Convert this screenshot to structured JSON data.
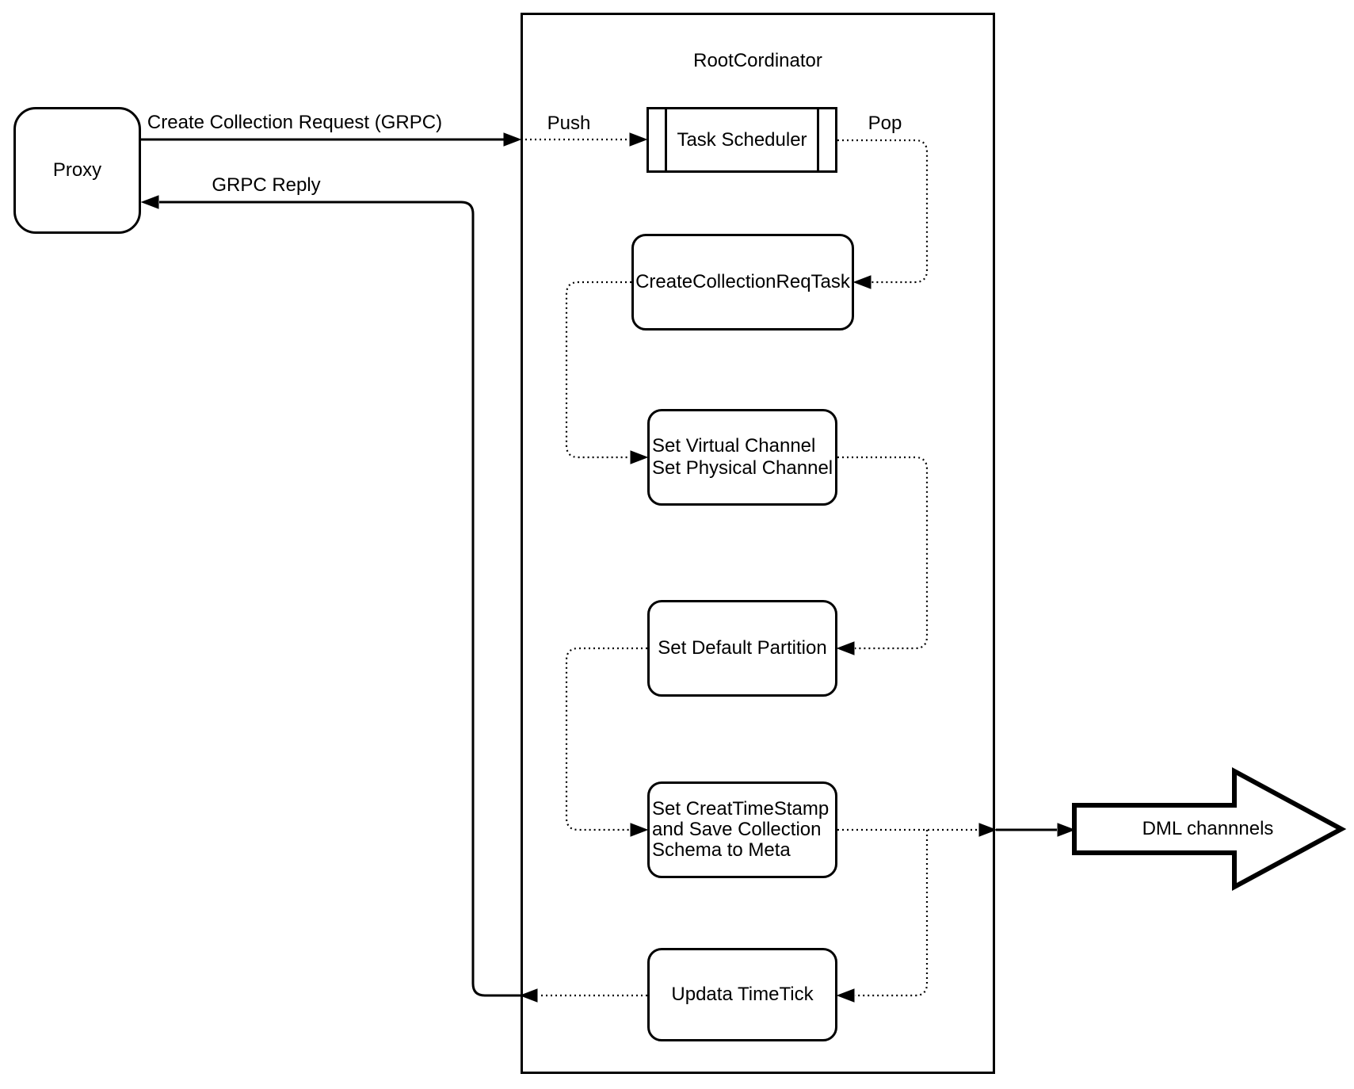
{
  "diagram": {
    "proxy": {
      "label": "Proxy"
    },
    "root_coordinator": {
      "title": "RootCordinator"
    },
    "nodes": {
      "task_scheduler": {
        "label": "Task Scheduler"
      },
      "create_collection_req_task": {
        "label": "CreateCollectionReqTask"
      },
      "set_virtual_channel": {
        "lines": [
          "Set Virtual Channel",
          "Set Physical Channel"
        ]
      },
      "set_default_partition": {
        "label": "Set Default Partition"
      },
      "set_create_timestamp": {
        "lines": [
          "Set CreatTimeStamp",
          "and Save Collection",
          "Schema to Meta"
        ]
      },
      "update_timetick": {
        "label": "Updata TimeTick"
      }
    },
    "edges": {
      "create_collection_request": {
        "label": "Create Collection Request (GRPC)"
      },
      "grpc_reply": {
        "label": "GRPC Reply"
      },
      "push": {
        "label": "Push"
      },
      "pop": {
        "label": "Pop"
      }
    },
    "dml_channels": {
      "label": "DML channnels"
    },
    "colors": {
      "stroke": "#000000",
      "fill": "#ffffff",
      "background": "#ffffff"
    }
  }
}
